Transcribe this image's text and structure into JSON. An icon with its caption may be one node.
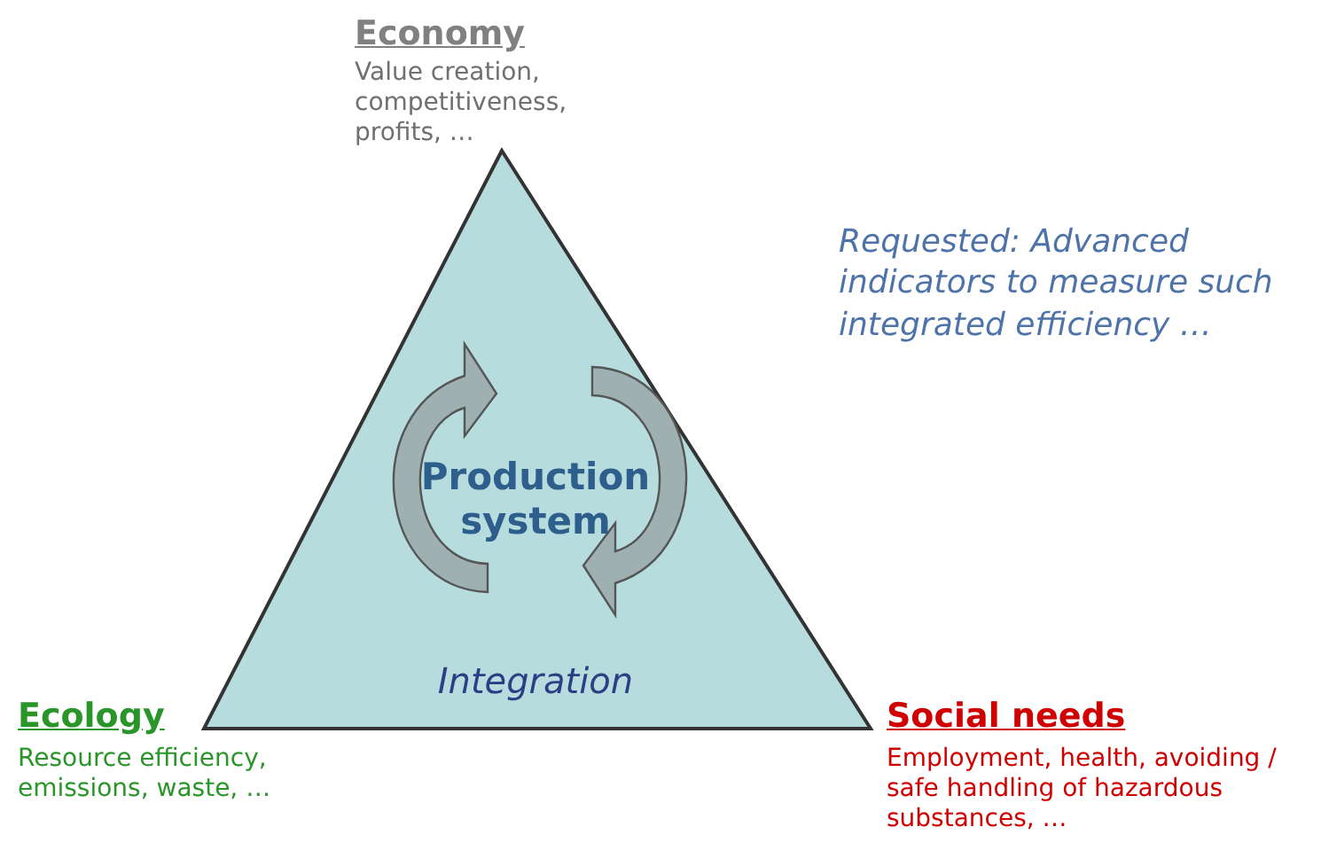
{
  "diagram": {
    "nodes": [
      {
        "text": [
          "Production system",
          "Integration"
        ]
      }
    ],
    "labels": [
      "Economy",
      "Value creation, competitiveness, profits, …",
      "Requested: Advanced indicators to measure such integrated efficiency …",
      "Ecology",
      "Resource efficiency, emissions, waste, …",
      "Social needs",
      "Employment, health, avoiding / safe handling of hazardous substances, …"
    ]
  }
}
